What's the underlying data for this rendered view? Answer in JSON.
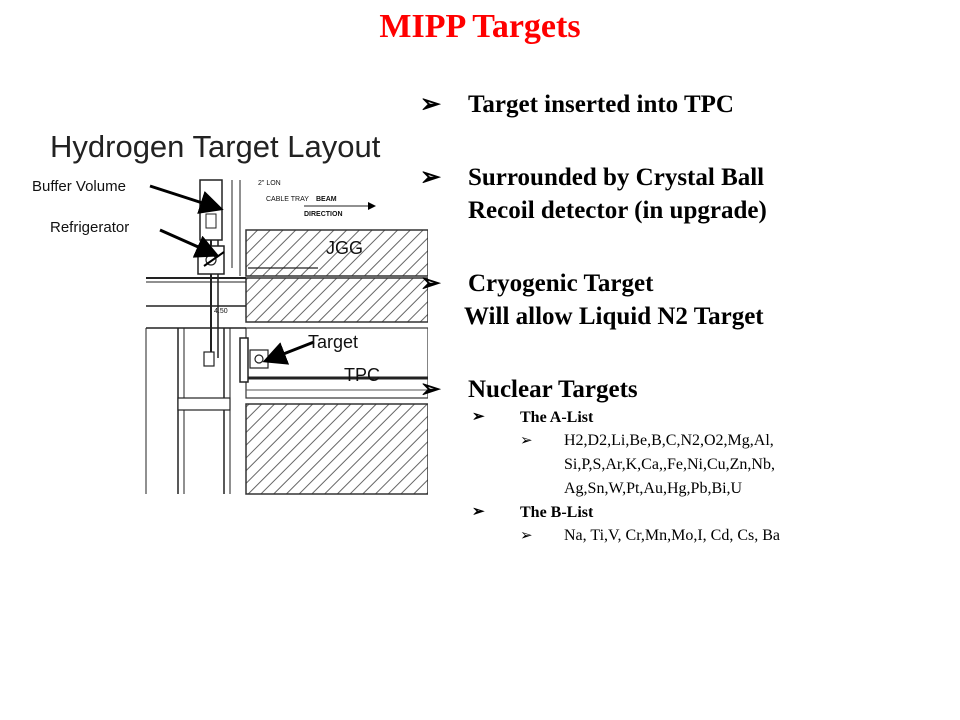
{
  "slide": {
    "title": "MIPP Targets"
  },
  "figure": {
    "heading": "Hydrogen Target Layout",
    "labels": {
      "buffer_volume": "Buffer Volume",
      "refrigerator": "Refrigerator",
      "target": "Target",
      "tpc": "TPC",
      "jgg": "JGG",
      "beam": "BEAM",
      "direction": "DIRECTION",
      "lon": "2\" LON",
      "cable_tray": "CABLE TRAY",
      "dim": "4.50"
    }
  },
  "bullets": {
    "arrow": "➢",
    "b1": {
      "line1": "Target inserted into TPC"
    },
    "b2": {
      "line1": "Surrounded by Crystal Ball",
      "line2": "Recoil detector (in upgrade)"
    },
    "b3": {
      "line1": "Cryogenic Target",
      "line2": "Will allow Liquid N2 Target"
    },
    "b4": {
      "line1": "Nuclear Targets",
      "alist": {
        "label": "The A-List",
        "line1": "H2,D2,Li,Be,B,C,N2,O2,Mg,Al,",
        "line2": "Si,P,S,Ar,K,Ca,,Fe,Ni,Cu,Zn,Nb,",
        "line3": "Ag,Sn,W,Pt,Au,Hg,Pb,Bi,U"
      },
      "blist": {
        "label": "The B-List",
        "line1": "Na, Ti,V, Cr,Mn,Mo,I, Cd, Cs, Ba"
      }
    }
  }
}
